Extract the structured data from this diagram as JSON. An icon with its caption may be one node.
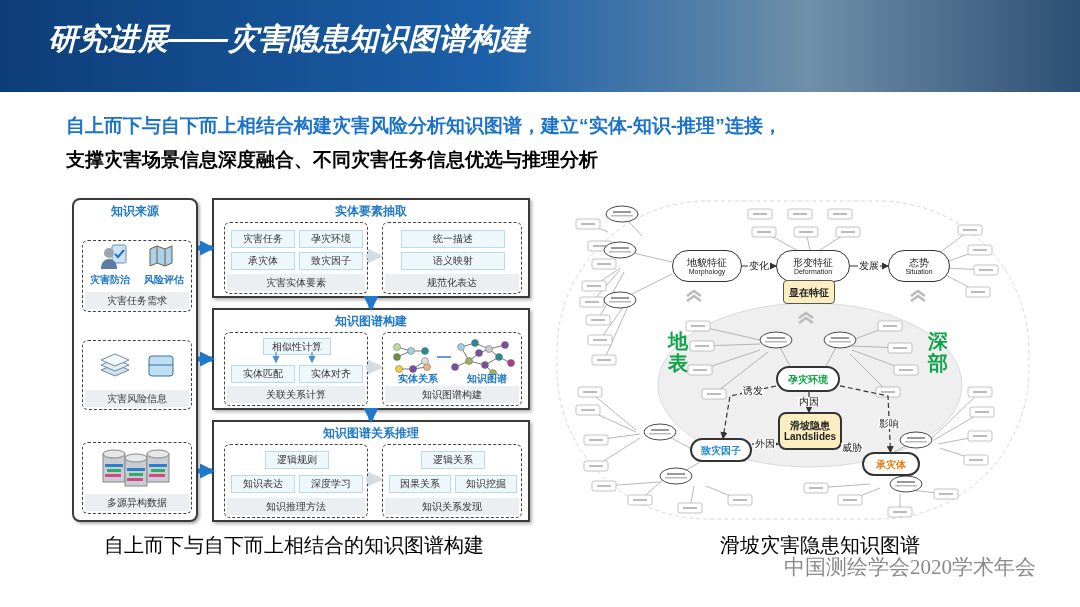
{
  "diagram": {
    "title": "研究进展——灾害隐患知识图谱构建",
    "nodes": [
      {
        "text": [
          "知识来源"
        ]
      },
      {
        "text": [
          "灾害防治",
          "风险评估",
          "灾害任务需求"
        ],
        "in": 0
      },
      {
        "text": [
          "灾害风险信息"
        ],
        "in": 0
      },
      {
        "text": [
          "多源异构数据"
        ],
        "in": 0
      },
      {
        "text": [
          "实体要素抽取"
        ]
      },
      {
        "text": [
          "灾害实体要素"
        ],
        "in": 4
      },
      {
        "text": [
          "灾害任务"
        ],
        "in": 5
      },
      {
        "text": [
          "孕灾环境"
        ],
        "in": 5
      },
      {
        "text": [
          "承灾体"
        ],
        "in": 5
      },
      {
        "text": [
          "致灾因子"
        ],
        "in": 5
      },
      {
        "text": [
          "规范化表达"
        ],
        "in": 4
      },
      {
        "text": [
          "统一描述"
        ],
        "in": 10
      },
      {
        "text": [
          "语义映射"
        ],
        "in": 10
      },
      {
        "text": [
          "知识图谱构建"
        ]
      },
      {
        "text": [
          "关联关系计算"
        ],
        "in": 13
      },
      {
        "text": [
          "相似性计算"
        ],
        "in": 14
      },
      {
        "text": [
          "实体匹配"
        ],
        "in": 14
      },
      {
        "text": [
          "实体对齐"
        ],
        "in": 14
      },
      {
        "text": [
          "实体关系",
          "知识图谱",
          "知识图谱构建"
        ],
        "in": 13
      },
      {
        "text": [
          "知识图谱关系推理"
        ]
      },
      {
        "text": [
          "知识推理方法"
        ],
        "in": 19
      },
      {
        "text": [
          "逻辑规则"
        ],
        "in": 20
      },
      {
        "text": [
          "知识表达"
        ],
        "in": 20
      },
      {
        "text": [
          "深度学习"
        ],
        "in": 20
      },
      {
        "text": [
          "知识关系发现"
        ],
        "in": 19
      },
      {
        "text": [
          "逻辑关系"
        ],
        "in": 24
      },
      {
        "text": [
          "因果关系"
        ],
        "in": 24
      },
      {
        "text": [
          "知识挖掘"
        ],
        "in": 24
      },
      {
        "text": [
          "地貌特征",
          "Morphology"
        ]
      },
      {
        "text": [
          "形变特征",
          "Deformation"
        ]
      },
      {
        "text": [
          "态势",
          "Situation"
        ]
      },
      {
        "text": [
          "显在特征"
        ]
      },
      {
        "text": [
          "孕灾环境"
        ]
      },
      {
        "text": [
          "滑坡隐患",
          "Landslides"
        ]
      },
      {
        "text": [
          "致灾因子"
        ]
      },
      {
        "text": [
          "承灾体"
        ]
      }
    ],
    "edges": [
      {
        "from": 0,
        "to": 4,
        "arrow": "to",
        "style": "thick",
        "color": "#1f78c8"
      },
      {
        "from": 0,
        "to": 13,
        "arrow": "to",
        "style": "thick",
        "color": "#1f78c8"
      },
      {
        "from": 0,
        "to": 19,
        "arrow": "to",
        "style": "thick",
        "color": "#1f78c8"
      },
      {
        "from": 4,
        "to": 13,
        "arrow": "to",
        "style": "thick",
        "color": "#1f78c8"
      },
      {
        "from": 13,
        "to": 19,
        "arrow": "to",
        "style": "thick",
        "color": "#1f78c8"
      },
      {
        "from": 5,
        "to": 10,
        "arrow": "to",
        "style": "thick",
        "color": "#d5dde3"
      },
      {
        "from": 14,
        "to": 18,
        "arrow": "to",
        "style": "thick",
        "color": "#d5dde3"
      },
      {
        "from": 20,
        "to": 24,
        "arrow": "to",
        "style": "thick",
        "color": "#d5dde3"
      },
      {
        "from": 15,
        "to": 16,
        "arrow": "to",
        "color": "#4a90c8"
      },
      {
        "from": 15,
        "to": 17,
        "arrow": "to",
        "color": "#4a90c8"
      },
      {
        "from": 28,
        "to": 29,
        "label": "变化",
        "arrow": "to"
      },
      {
        "from": 29,
        "to": 30,
        "label": "发展",
        "arrow": "to"
      },
      {
        "from": 32,
        "to": 33,
        "label": "内因",
        "arrow": "to"
      },
      {
        "from": 34,
        "to": 33,
        "label": "外因",
        "arrow": "to"
      },
      {
        "from": 33,
        "to": 35,
        "label": "威胁",
        "arrow": "to"
      },
      {
        "from": 32,
        "to": 34,
        "label": "诱发",
        "arrow": "to",
        "style": "dashed"
      },
      {
        "from": 32,
        "to": 35,
        "label": "影响",
        "arrow": "to",
        "style": "dashed"
      }
    ],
    "labels": [
      "自上而下与自下而上相结合构建灾害风险分析知识图谱，建立“实体-知识-推理”连接，",
      "支撑灾害场景信息深度融合、不同灾害任务信息优选与推理分析",
      "地表",
      "深部",
      "自上而下与自下而上相结合的知识图谱构建",
      "滑坡灾害隐患知识图谱",
      "中国测绘学会2020学术年会"
    ]
  }
}
